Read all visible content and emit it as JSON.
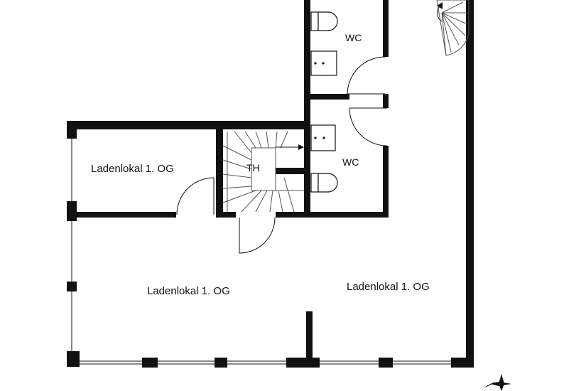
{
  "rooms": {
    "shop_upper_left": "Ladenlokal 1. OG",
    "shop_lower_left": "Ladenlokal 1. OG",
    "shop_right": "Ladenlokal 1. OG",
    "wc_top": "WC",
    "wc_bottom": "WC",
    "stair_hall": "TH"
  },
  "compass": {
    "icon": "compass-rose-icon"
  }
}
